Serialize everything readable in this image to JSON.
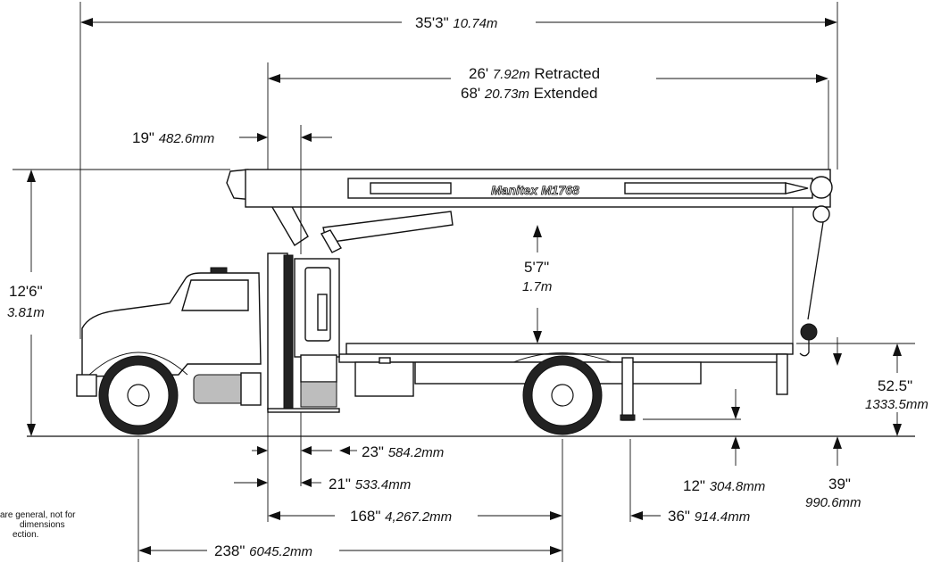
{
  "dimensions": {
    "overall_length": {
      "main": "35'3\"",
      "metric": "10.74m"
    },
    "boom_retracted": {
      "main_a": "26'",
      "metric": "7.92m",
      "main_b": "Retracted"
    },
    "boom_extended": {
      "main_a": "68'",
      "metric": "20.73m",
      "main_b": "Extended"
    },
    "rear_of_cab": {
      "main": "19\"",
      "metric": "482.6mm"
    },
    "overall_height": {
      "main": "12'6\"",
      "metric": "3.81m"
    },
    "boom_clearance": {
      "main": "5'7\"",
      "metric": "1.7m"
    },
    "bed_height": {
      "main": "52.5\"",
      "metric": "1333.5mm"
    },
    "dim_23": {
      "main": "23\"",
      "metric": "584.2mm"
    },
    "dim_21": {
      "main": "21\"",
      "metric": "533.4mm"
    },
    "dim_168": {
      "main": "168\"",
      "metric": "4,267.2mm"
    },
    "wheelbase": {
      "main": "238\"",
      "metric": "6045.2mm"
    },
    "dim_12": {
      "main": "12\"",
      "metric": "304.8mm"
    },
    "dim_36": {
      "main": "36\"",
      "metric": "914.4mm"
    },
    "dim_39": {
      "main": "39\"",
      "metric": "990.6mm"
    }
  },
  "brand_label": "Manitex M1768",
  "note_lines": [
    "are general, not for",
    "dimensions",
    "ection."
  ]
}
